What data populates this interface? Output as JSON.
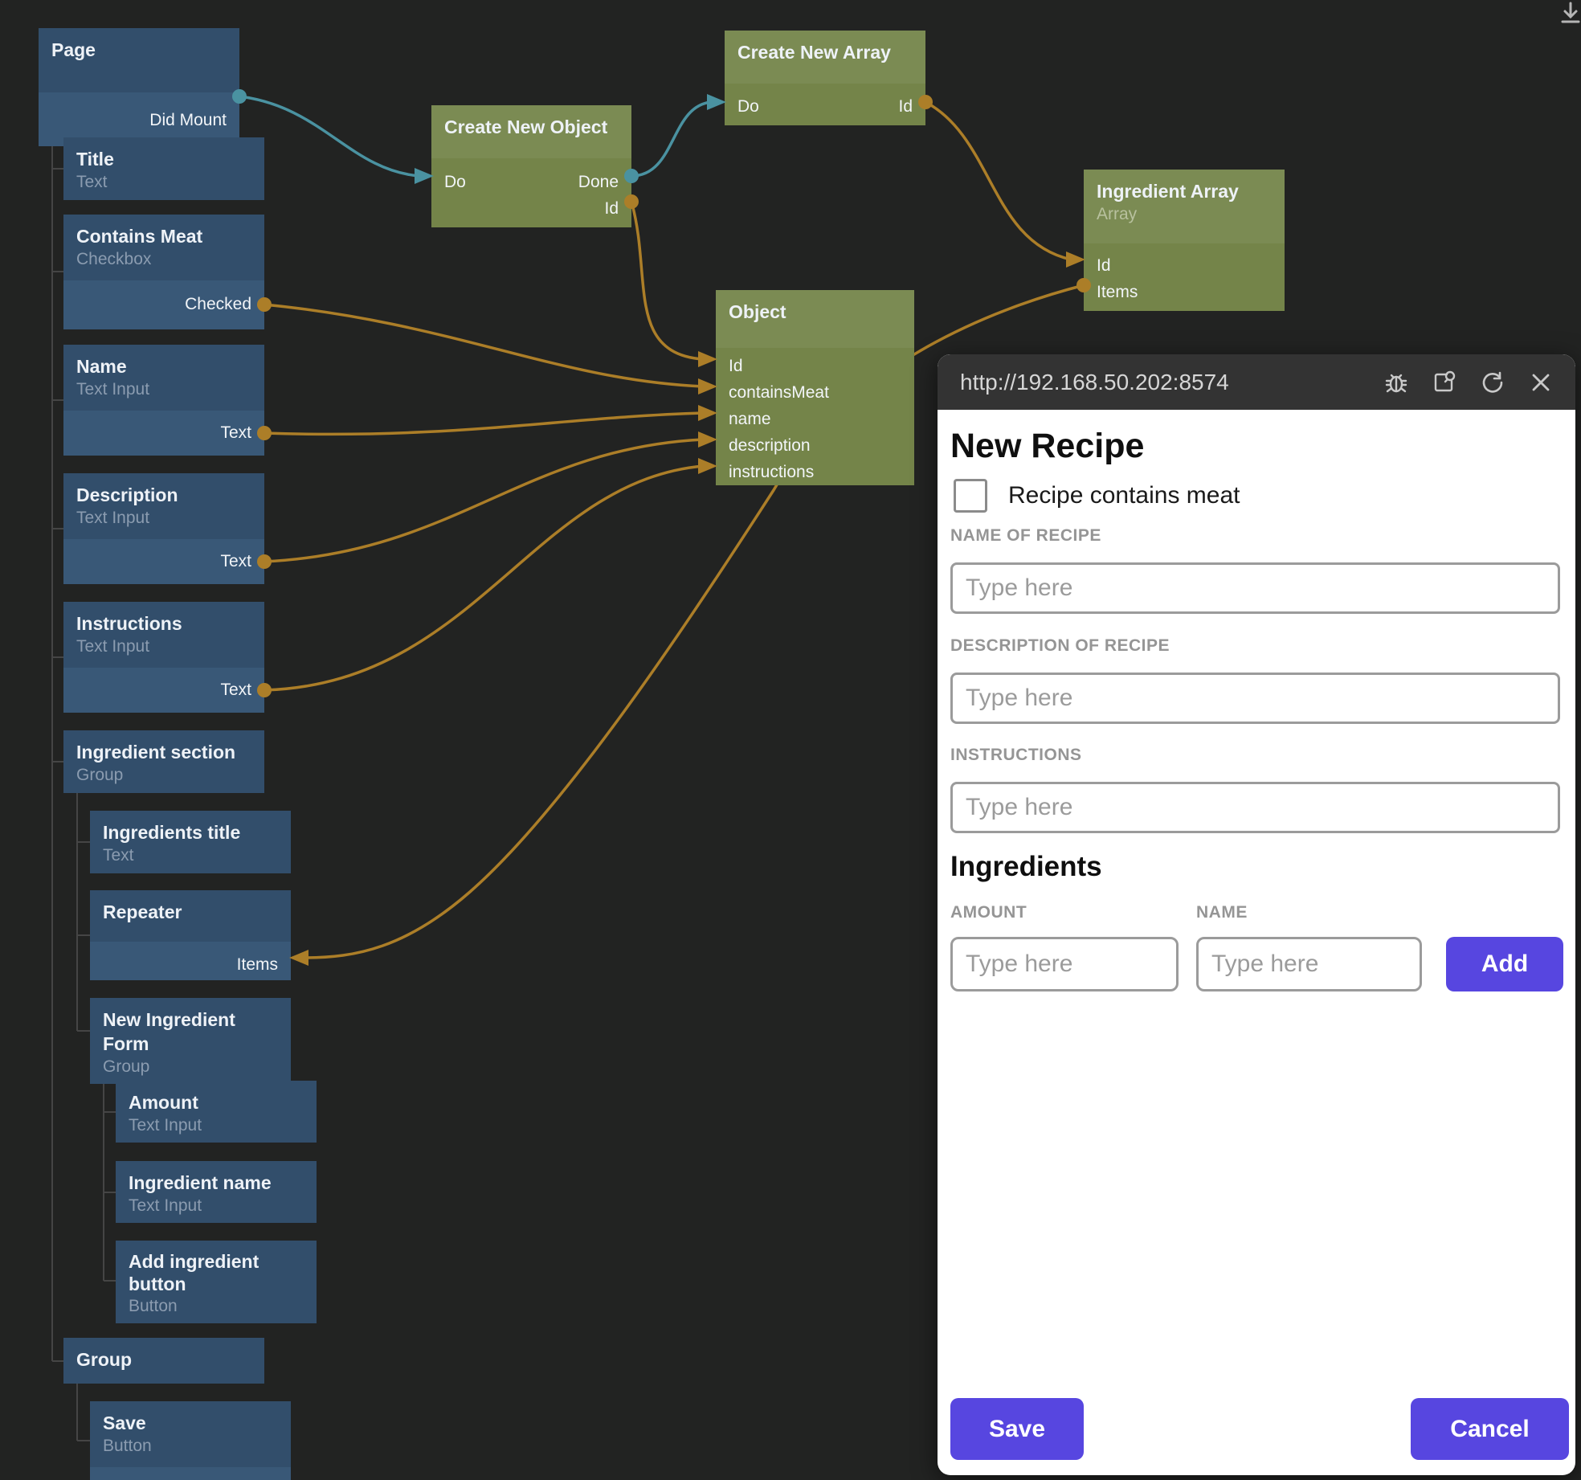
{
  "graph": {
    "colors": {
      "canvas_bg": "#222322",
      "signal_edge": "#4a92a1",
      "data_edge": "#ac7e28",
      "node_blue_header": "#324e6b",
      "node_blue_body": "#395877",
      "node_green_header": "#7b8b53",
      "node_green_body": "#748449",
      "tree_line": "#454545"
    },
    "nodes": {
      "page": {
        "title": "Page",
        "ports": {
          "did_mount": "Did Mount"
        }
      },
      "title_text": {
        "title": "Title",
        "subtitle": "Text"
      },
      "contains_meat": {
        "title": "Contains Meat",
        "subtitle": "Checkbox",
        "ports": {
          "checked": "Checked"
        }
      },
      "name": {
        "title": "Name",
        "subtitle": "Text Input",
        "ports": {
          "text": "Text"
        }
      },
      "description": {
        "title": "Description",
        "subtitle": "Text Input",
        "ports": {
          "text": "Text"
        }
      },
      "instructions": {
        "title": "Instructions",
        "subtitle": "Text Input",
        "ports": {
          "text": "Text"
        }
      },
      "ingredient_section": {
        "title": "Ingredient section",
        "subtitle": "Group"
      },
      "ingredients_title": {
        "title": "Ingredients title",
        "subtitle": "Text"
      },
      "repeater": {
        "title": "Repeater",
        "ports": {
          "items": "Items"
        }
      },
      "new_ingredient_form": {
        "title": "New Ingredient Form",
        "subtitle": "Group"
      },
      "amount": {
        "title": "Amount",
        "subtitle": "Text Input"
      },
      "ingredient_name": {
        "title": "Ingredient name",
        "subtitle": "Text Input"
      },
      "add_ingredient_button": {
        "title": "Add ingredient button",
        "subtitle": "Button"
      },
      "group": {
        "title": "Group"
      },
      "save": {
        "title": "Save",
        "subtitle": "Button"
      },
      "create_new_object": {
        "title": "Create New Object",
        "ports": {
          "do": "Do",
          "done": "Done",
          "id": "Id"
        }
      },
      "create_new_array": {
        "title": "Create New Array",
        "ports": {
          "do": "Do",
          "id": "Id"
        }
      },
      "ingredient_array": {
        "title": "Ingredient Array",
        "subtitle": "Array",
        "ports": {
          "id": "Id",
          "items": "Items"
        }
      },
      "object": {
        "title": "Object",
        "ports": {
          "id": "Id",
          "contains_meat": "containsMeat",
          "name": "name",
          "description": "description",
          "instructions": "instructions"
        }
      }
    }
  },
  "preview": {
    "url": "http://192.168.50.202:8574",
    "icons": [
      "debug-bug-icon",
      "open-preview-icon",
      "refresh-icon",
      "close-icon"
    ],
    "heading": "New Recipe",
    "checkbox_label": "Recipe contains meat",
    "fields": {
      "name_label": "NAME OF RECIPE",
      "description_label": "DESCRIPTION OF RECIPE",
      "instructions_label": "INSTRUCTIONS",
      "placeholder": "Type here"
    },
    "ingredients": {
      "heading": "Ingredients",
      "amount_label": "AMOUNT",
      "name_label": "NAME",
      "amount_placeholder": "Type here",
      "name_placeholder": "Type here",
      "add_label": "Add"
    },
    "save_label": "Save",
    "cancel_label": "Cancel",
    "accent": "#5746e0"
  }
}
